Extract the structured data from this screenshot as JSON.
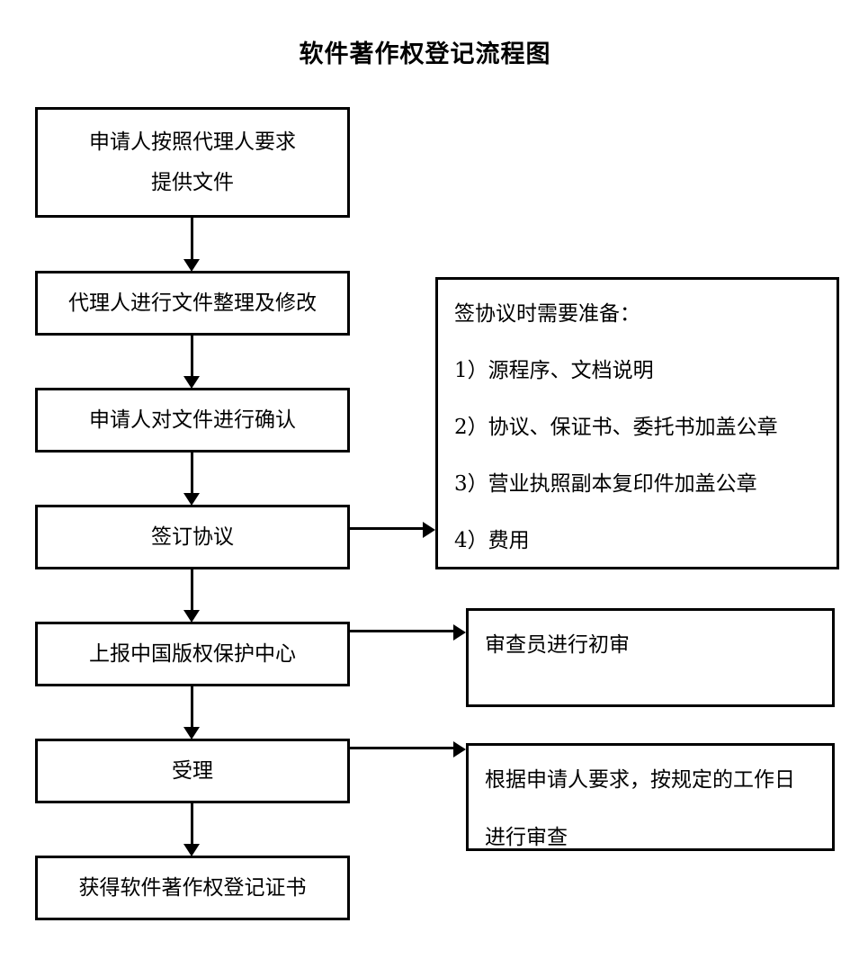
{
  "title": "软件著作权登记流程图",
  "flow": {
    "nodes": [
      {
        "id": "node-provide-documents",
        "lines": [
          "申请人按照代理人要求",
          "提供文件"
        ]
      },
      {
        "id": "node-agent-organize",
        "lines": [
          "代理人进行文件整理及修改"
        ]
      },
      {
        "id": "node-applicant-confirm",
        "lines": [
          "申请人对文件进行确认"
        ]
      },
      {
        "id": "node-sign-agreement",
        "lines": [
          "签订协议"
        ]
      },
      {
        "id": "node-submit-copyright-center",
        "lines": [
          "上报中国版权保护中心"
        ]
      },
      {
        "id": "node-accept",
        "lines": [
          "受理"
        ]
      },
      {
        "id": "node-obtain-certificate",
        "lines": [
          "获得软件著作权登记证书"
        ]
      }
    ]
  },
  "notes": {
    "preparation": {
      "heading": "签协议时需要准备：",
      "items": [
        "1）源程序、文档说明",
        "2）协议、保证书、委托书加盖公章",
        "3）营业执照副本复印件加盖公章",
        "4）费用"
      ]
    },
    "preliminary_review": {
      "lines": [
        "审查员进行初审"
      ]
    },
    "review_schedule": {
      "lines": [
        "根据申请人要求，按规定的工作日",
        "进行审查"
      ]
    }
  },
  "colors": {
    "stroke": "#000000",
    "background": "#ffffff",
    "text": "#000000"
  }
}
